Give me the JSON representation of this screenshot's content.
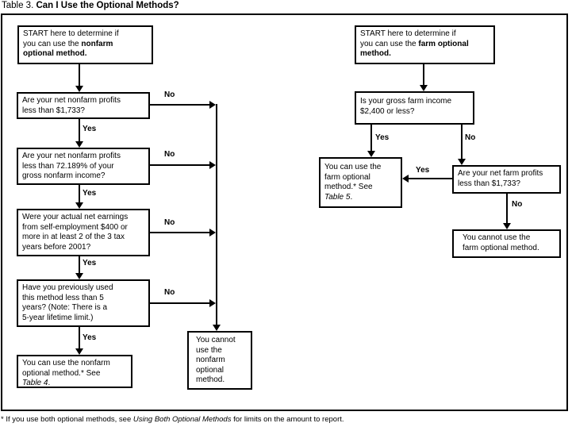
{
  "title": {
    "prefix": "Table 3. ",
    "main": "Can I Use the Optional Methods?"
  },
  "labels": {
    "yes": "Yes",
    "no": "No"
  },
  "colors": {
    "ink": "#000000",
    "background": "#ffffff"
  },
  "nonfarm": {
    "start": {
      "regular": "START here to determine if\nyou can use the ",
      "bold": "nonfarm\noptional method."
    },
    "q_profits": "Are your net nonfarm profits\nless than $1,733?",
    "q_percent": "Are your net nonfarm profits\nless than 72.189% of your\ngross nonfarm income?",
    "q_earnings": "Were your actual net earnings\nfrom self-employment $400 or\nmore in at least 2 of the 3 tax\nyears before 2001?",
    "q_years": "Have you previously used\nthis method less than 5\nyears? (Note: There is a\n5-year lifetime limit.)",
    "result_can": {
      "regular": "You can use the nonfarm\noptional method.* See\n",
      "italic": "Table 4",
      "post": "."
    },
    "result_cannot": "You cannot\nuse the\nnonfarm\noptional\nmethod."
  },
  "farm": {
    "start": {
      "regular": "START here to determine if\nyou can use the ",
      "bold": "farm optional\nmethod."
    },
    "q_income": "Is your gross farm income\n$2,400 or less?",
    "q_profits": "Are your net farm profits\nless than $1,733?",
    "result_can": {
      "regular": "You can use the\nfarm optional\nmethod.* See\n",
      "italic": "Table 5",
      "post": "."
    },
    "result_cannot": "You cannot use the\nfarm optional method."
  },
  "footnote": {
    "pre": "* If you use both optional methods, see ",
    "italic": "Using Both Optional Methods",
    "post": " for limits on the amount to report."
  }
}
